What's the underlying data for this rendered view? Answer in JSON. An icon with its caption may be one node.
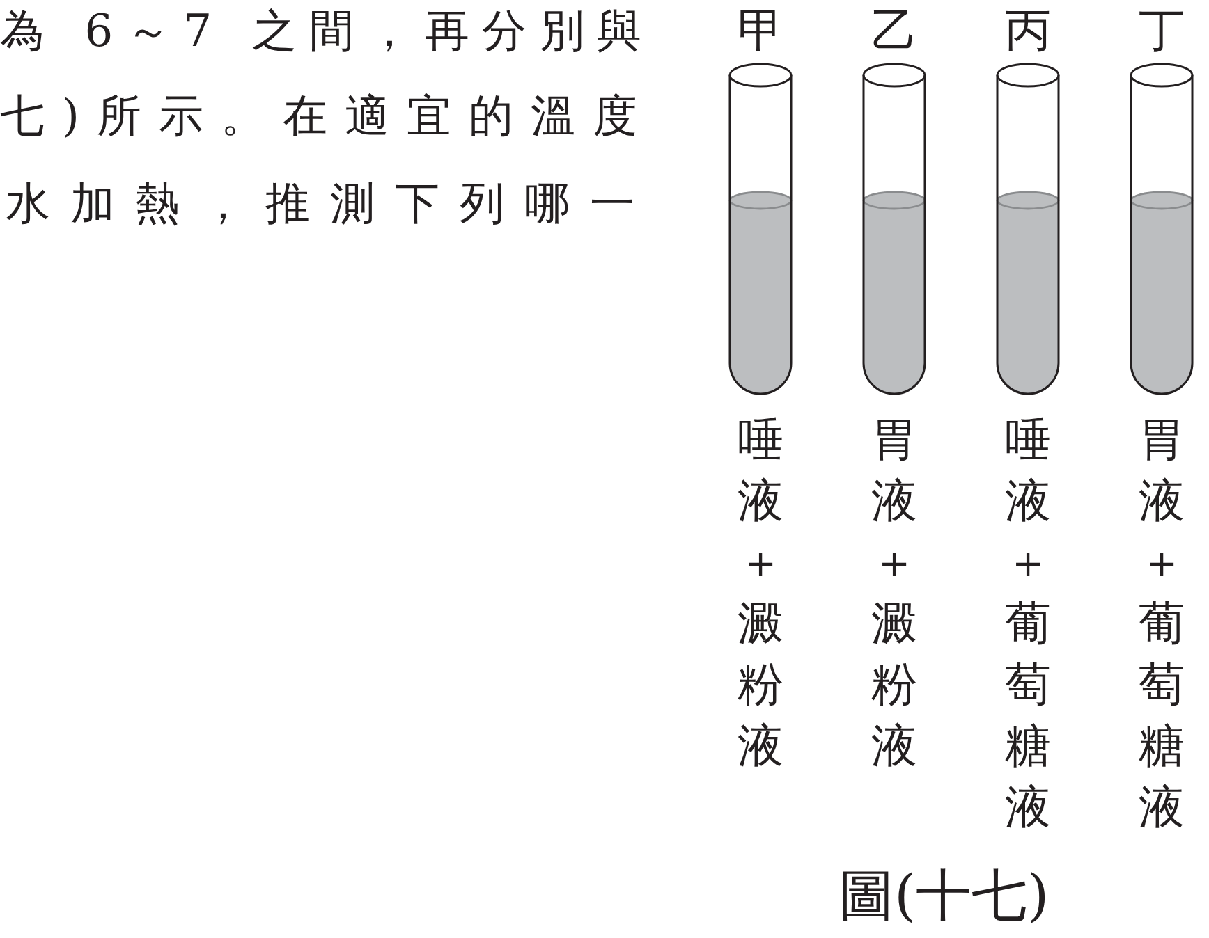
{
  "diagram": {
    "caption": "圖(十七)",
    "nodes": [
      {
        "text": [
          "甲"
        ],
        "beside": [
          "唾液＋澱粉液"
        ]
      },
      {
        "text": [
          "乙"
        ],
        "beside": [
          "胃液＋澱粉液"
        ]
      },
      {
        "text": [
          "丙"
        ],
        "beside": [
          "唾液＋葡萄糖液"
        ]
      },
      {
        "text": [
          "丁"
        ],
        "beside": [
          "胃液＋葡萄糖液"
        ]
      }
    ],
    "labels": [
      "為 6～7 之間，再分別與",
      "七)所示。在適宜的溫度",
      "水加熱，推測下列哪一"
    ]
  }
}
